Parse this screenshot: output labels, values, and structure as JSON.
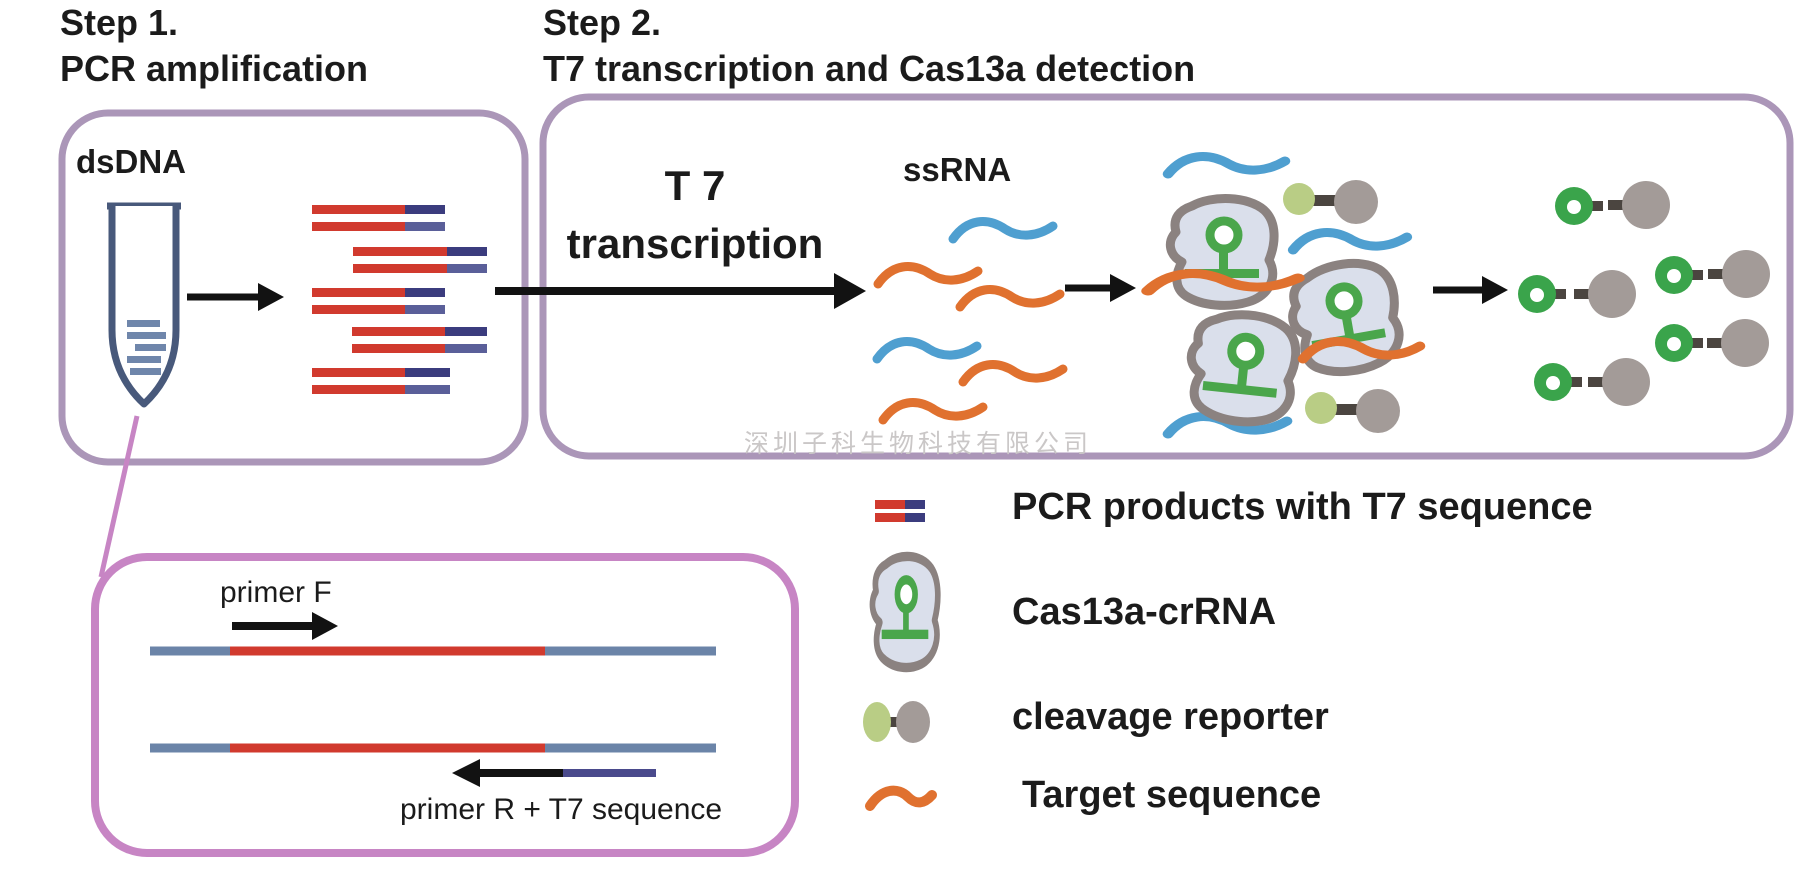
{
  "figure": {
    "step1": {
      "title_line1": "Step 1.",
      "title_line2": "PCR amplification",
      "tube_label": "dsDNA"
    },
    "step2": {
      "title_line1": "Step 2.",
      "title_line2": "T7 transcription and Cas13a detection",
      "arrow_label_line1": "T 7",
      "arrow_label_line2": "transcription",
      "rna_label": "ssRNA"
    },
    "zoom_panel": {
      "forward_primer_label": "primer F",
      "reverse_primer_label": "primer R + T7 sequence"
    }
  },
  "legend": {
    "items": [
      {
        "icon": "pcr-product-icon",
        "label": "PCR products with T7 sequence"
      },
      {
        "icon": "cas13a-crrna-icon",
        "label": "Cas13a-crRNA"
      },
      {
        "icon": "cleavage-reporter-icon",
        "label": "cleavage reporter"
      },
      {
        "icon": "target-sequence-icon",
        "label": "Target sequence"
      }
    ]
  },
  "watermark": {
    "text": "深圳子科生物科技有限公司"
  },
  "colors": {
    "box_border": "#ab96b8",
    "zoom_box_border": "#c785c4",
    "dna_red": "#d13a2e",
    "t7_navy": "#3b3c7e",
    "t7_navy_light": "#5a5f99",
    "strand_slate": "#6b84a8",
    "rna_blue": "#4f9fd0",
    "target_orange": "#e0712f",
    "cas_blob_fill": "#dadfeb",
    "cas_blob_outline": "#8b8280",
    "crrna_green": "#4aa64b",
    "fluorophore_green": "#3aa44b",
    "quencher_gray": "#a39b98",
    "reporter_green": "#b9cd85",
    "linker_dark": "#4b4540",
    "tube_outline": "#48597b"
  }
}
